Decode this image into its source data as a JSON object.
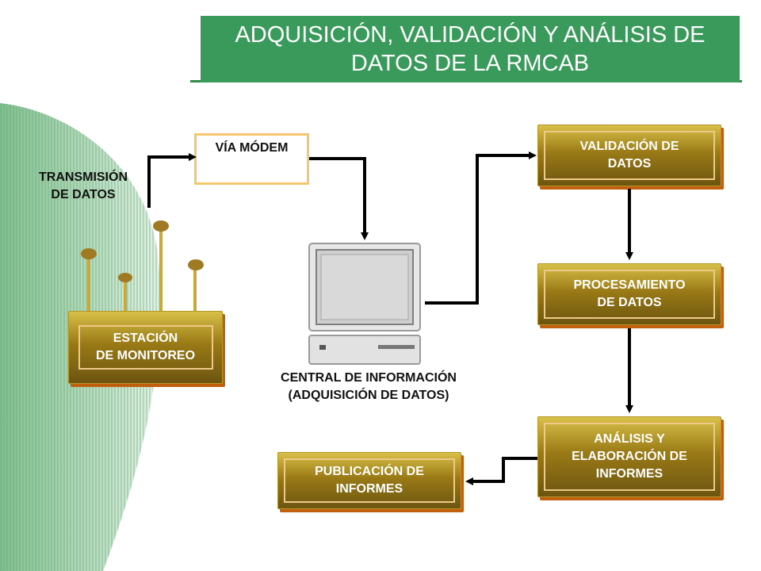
{
  "title": {
    "line1": "ADQUISICIÓN, VALIDACIÓN Y ANÁLISIS DE",
    "line2": "DATOS DE LA RMCAB"
  },
  "transmission": {
    "line1": "TRANSMISIÓN",
    "line2": "DE DATOS"
  },
  "modem": "VÍA MÓDEM",
  "station": {
    "line1": "ESTACIÓN",
    "line2": "DE MONITOREO"
  },
  "central": {
    "line1": "CENTRAL DE INFORMACIÓN",
    "line2": "(ADQUISICIÓN DE DATOS)"
  },
  "validation": {
    "line1": "VALIDACIÓN DE",
    "line2": "DATOS"
  },
  "processing": {
    "line1": "PROCESAMIENTO",
    "line2": "DE DATOS"
  },
  "analysis": {
    "line1": "ANÁLISIS Y",
    "line2": "ELABORACIÓN DE",
    "line3": "INFORMES"
  },
  "publication": {
    "line1": "PUBLICACIÓN DE",
    "line2": "INFORMES"
  },
  "colors": {
    "title_bg": "#3a9a5b",
    "plate_gold": "#9a7a16",
    "plate_shadow": "#c25f0e",
    "modem_border": "#f6c66c"
  }
}
